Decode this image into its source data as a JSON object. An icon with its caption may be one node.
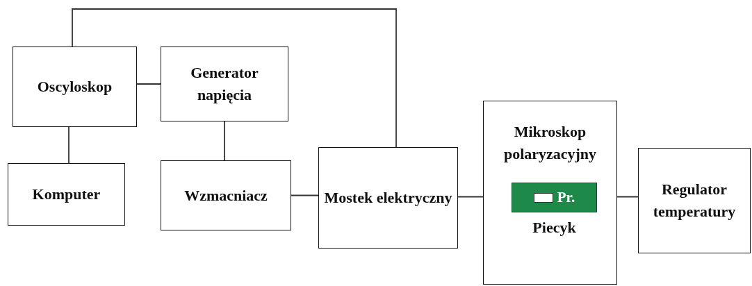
{
  "diagram": {
    "nodes": [
      {
        "text": [
          "Oscyloskop"
        ]
      },
      {
        "text": [
          "Generator napięcia"
        ]
      },
      {
        "text": [
          "Komputer"
        ]
      },
      {
        "text": [
          "Wzmacniacz"
        ]
      },
      {
        "text": [
          "Mostek elektryczny"
        ]
      },
      {
        "text": [
          "Mikroskop polaryzacyjny"
        ]
      },
      {
        "text": [
          "Pr."
        ],
        "in": 5,
        "beside": [
          "Piecyk"
        ]
      },
      {
        "text": [
          "Regulator temperatury"
        ]
      }
    ],
    "edges": [
      {
        "from": 0,
        "to": 1,
        "arrow": "none"
      },
      {
        "from": 0,
        "to": 2,
        "arrow": "none"
      },
      {
        "from": 1,
        "to": 3,
        "arrow": "none"
      },
      {
        "from": 3,
        "to": 4,
        "arrow": "none"
      },
      {
        "from": 0,
        "to": 4,
        "arrow": "none"
      },
      {
        "from": 4,
        "to": 6,
        "arrow": "none"
      },
      {
        "from": 6,
        "to": 7,
        "arrow": "none"
      }
    ]
  }
}
